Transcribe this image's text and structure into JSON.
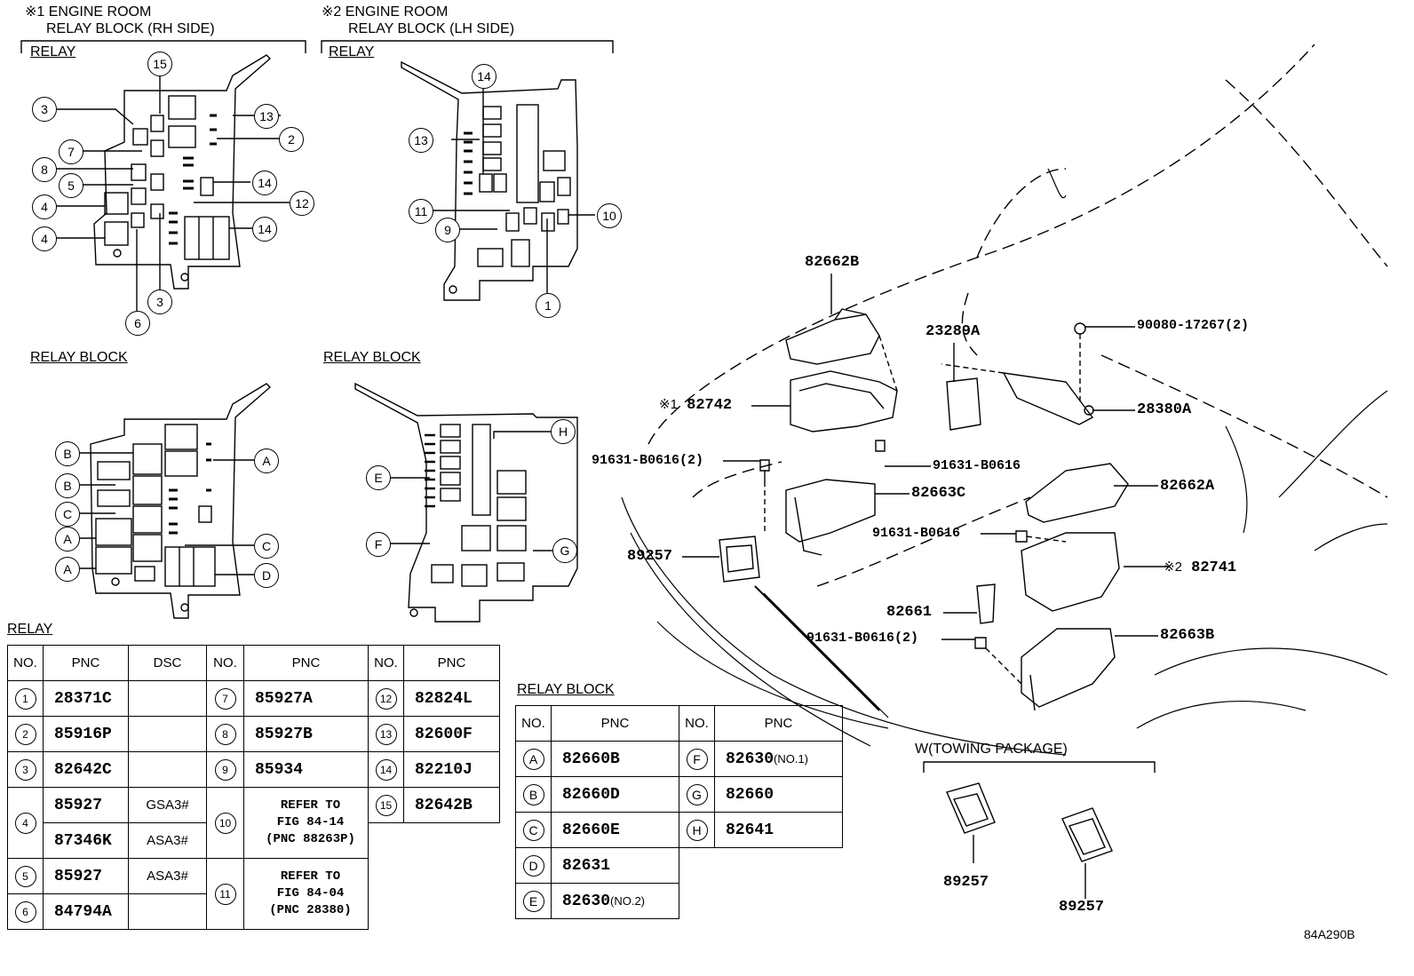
{
  "headers": {
    "rh_title_1": "※1 ENGINE ROOM",
    "rh_title_2": "RELAY BLOCK (RH SIDE)",
    "lh_title_1": "※2 ENGINE ROOM",
    "lh_title_2": "RELAY BLOCK (LH SIDE)",
    "relay_rh": "RELAY",
    "relay_lh": "RELAY",
    "relay_block_rh": "RELAY BLOCK",
    "relay_block_lh": "RELAY BLOCK",
    "relay_table_title": "RELAY",
    "relay_block_table_title": "RELAY BLOCK",
    "towing": "W(TOWING PACKAGE)",
    "diagram_code": "84A290B"
  },
  "callouts": {
    "rh_relay": [
      "15",
      "3",
      "13",
      "7",
      "2",
      "8",
      "14",
      "5",
      "12",
      "4",
      "14",
      "4",
      "3",
      "6"
    ],
    "lh_relay": [
      "14",
      "13",
      "11",
      "10",
      "9",
      "1"
    ],
    "rh_block": [
      "B",
      "A",
      "B",
      "C",
      "A",
      "C",
      "A",
      "D"
    ],
    "lh_block": [
      "H",
      "E",
      "F",
      "G"
    ]
  },
  "part_labels": {
    "p82662B": "82662B",
    "p23289A": "23289A",
    "p90080": "90080-17267(2)",
    "p82742_mark": "※1",
    "p82742": "82742",
    "p28380A": "28380A",
    "p91631_2a": "91631-B0616(2)",
    "p91631_a": "91631-B0616",
    "p82662A": "82662A",
    "p82663C": "82663C",
    "p91631_b": "91631-B0616",
    "p89257_main": "89257",
    "p82741_mark": "※2",
    "p82741": "82741",
    "p82661": "82661",
    "p91631_2b": "91631-B0616(2)",
    "p82663B": "82663B",
    "p89257_t1": "89257",
    "p89257_t2": "89257"
  },
  "relay_table": {
    "headers": [
      "NO.",
      "PNC",
      "DSC",
      "NO.",
      "PNC",
      "NO.",
      "PNC"
    ],
    "rows": [
      {
        "no": "1",
        "pnc": "28371C",
        "dsc": ""
      },
      {
        "no": "2",
        "pnc": "85916P",
        "dsc": ""
      },
      {
        "no": "3",
        "pnc": "82642C",
        "dsc": ""
      },
      {
        "no": "4",
        "pnc_a": "85927",
        "dsc_a": "GSA3#",
        "pnc_b": "87346K",
        "dsc_b": "ASA3#"
      },
      {
        "no": "5",
        "pnc": "85927",
        "dsc": "ASA3#"
      },
      {
        "no": "6",
        "pnc": "84794A",
        "dsc": ""
      }
    ],
    "col2": [
      {
        "no": "7",
        "pnc": "85927A"
      },
      {
        "no": "8",
        "pnc": "85927B"
      },
      {
        "no": "9",
        "pnc": "85934"
      },
      {
        "no": "10",
        "pnc": "REFER TO\nFIG 84-14\n(PNC 88263P)"
      },
      {
        "no": "11",
        "pnc": "REFER TO\nFIG 84-04\n(PNC 28380)"
      }
    ],
    "col3": [
      {
        "no": "12",
        "pnc": "82824L"
      },
      {
        "no": "13",
        "pnc": "82600F"
      },
      {
        "no": "14",
        "pnc": "82210J"
      },
      {
        "no": "15",
        "pnc": "82642B"
      }
    ]
  },
  "block_table": {
    "headers": [
      "NO.",
      "PNC",
      "NO.",
      "PNC"
    ],
    "left": [
      {
        "no": "A",
        "pnc": "82660B",
        "note": ""
      },
      {
        "no": "B",
        "pnc": "82660D",
        "note": ""
      },
      {
        "no": "C",
        "pnc": "82660E",
        "note": ""
      },
      {
        "no": "D",
        "pnc": "82631",
        "note": ""
      },
      {
        "no": "E",
        "pnc": "82630",
        "note": "(NO.2)"
      }
    ],
    "right": [
      {
        "no": "F",
        "pnc": "82630",
        "note": "(NO.1)"
      },
      {
        "no": "G",
        "pnc": "82660",
        "note": ""
      },
      {
        "no": "H",
        "pnc": "82641",
        "note": ""
      }
    ]
  }
}
